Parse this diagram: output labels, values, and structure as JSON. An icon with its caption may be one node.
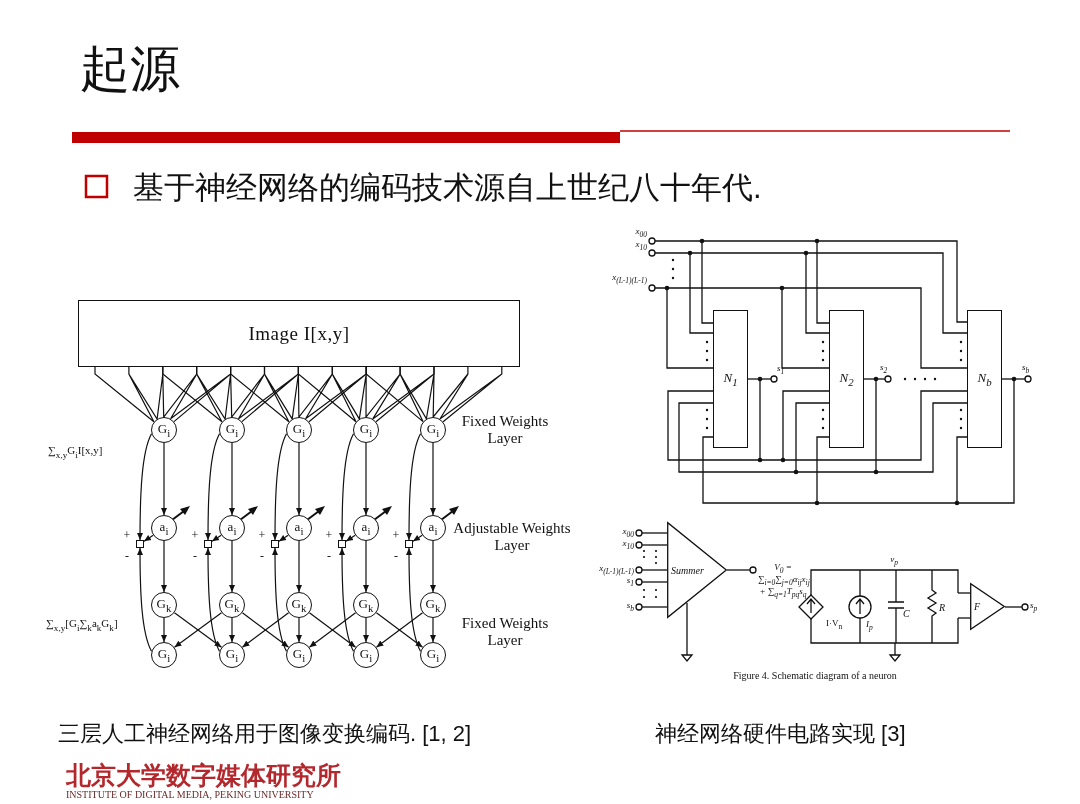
{
  "diagram": {
    "title": "起源",
    "nodes": [
      {
        "text": [
          "Image I[x,y]"
        ]
      },
      {
        "text": [
          "G$_{i}$"
        ]
      },
      {
        "text": [
          "G$_{i}$"
        ]
      },
      {
        "text": [
          "G$_{i}$"
        ]
      },
      {
        "text": [
          "G$_{i}$"
        ]
      },
      {
        "text": [
          "G$_{i}$"
        ]
      },
      {
        "text": [
          "a$_{i}$"
        ]
      },
      {
        "text": [
          "a$_{i}$"
        ]
      },
      {
        "text": [
          "a$_{i}$"
        ]
      },
      {
        "text": [
          "a$_{i}$"
        ]
      },
      {
        "text": [
          "a$_{i}$"
        ]
      },
      {
        "text": [],
        "shape": "box"
      },
      {
        "text": [],
        "shape": "box"
      },
      {
        "text": [],
        "shape": "box"
      },
      {
        "text": [],
        "shape": "box"
      },
      {
        "text": [],
        "shape": "box"
      },
      {
        "text": [
          "G$_{k}$"
        ]
      },
      {
        "text": [
          "G$_{k}$"
        ]
      },
      {
        "text": [
          "G$_{k}$"
        ]
      },
      {
        "text": [
          "G$_{k}$"
        ]
      },
      {
        "text": [
          "G$_{k}$"
        ]
      },
      {
        "text": [
          "G$_{i}$"
        ]
      },
      {
        "text": [
          "G$_{i}$"
        ]
      },
      {
        "text": [
          "G$_{i}$"
        ]
      },
      {
        "text": [
          "G$_{i}$"
        ]
      },
      {
        "text": [
          "G$_{i}$"
        ]
      },
      {
        "text": [
          "N$_{1}$"
        ]
      },
      {
        "text": [
          "N$_{2}$"
        ]
      },
      {
        "text": [
          "N$_{b}$"
        ]
      },
      {
        "text": [
          "Summer"
        ]
      },
      {
        "text": [
          "F"
        ]
      }
    ],
    "edges": [
      {
        "from": 0,
        "to": 1,
        "arrow": "none"
      },
      {
        "from": 0,
        "to": 2,
        "arrow": "none"
      },
      {
        "from": 0,
        "to": 3,
        "arrow": "none"
      },
      {
        "from": 0,
        "to": 4,
        "arrow": "none"
      },
      {
        "from": 0,
        "to": 5,
        "arrow": "none"
      },
      {
        "from": 1,
        "to": 6,
        "arrow": "to"
      },
      {
        "from": 2,
        "to": 7,
        "arrow": "to"
      },
      {
        "from": 3,
        "to": 8,
        "arrow": "to"
      },
      {
        "from": 4,
        "to": 9,
        "arrow": "to"
      },
      {
        "from": 5,
        "to": 10,
        "arrow": "to"
      },
      {
        "from": 1,
        "to": 11,
        "arrow": "to"
      },
      {
        "from": 2,
        "to": 12,
        "arrow": "to"
      },
      {
        "from": 3,
        "to": 13,
        "arrow": "to"
      },
      {
        "from": 4,
        "to": 14,
        "arrow": "to"
      },
      {
        "from": 5,
        "to": 15,
        "arrow": "to"
      },
      {
        "from": 6,
        "to": 11,
        "arrow": "to"
      },
      {
        "from": 7,
        "to": 12,
        "arrow": "to"
      },
      {
        "from": 8,
        "to": 13,
        "arrow": "to"
      },
      {
        "from": 9,
        "to": 14,
        "arrow": "to"
      },
      {
        "from": 10,
        "to": 15,
        "arrow": "to"
      },
      {
        "from": 6,
        "to": 16,
        "arrow": "to"
      },
      {
        "from": 7,
        "to": 17,
        "arrow": "to"
      },
      {
        "from": 8,
        "to": 18,
        "arrow": "to"
      },
      {
        "from": 9,
        "to": 19,
        "arrow": "to"
      },
      {
        "from": 10,
        "to": 20,
        "arrow": "to"
      },
      {
        "from": 16,
        "to": 21,
        "arrow": "to"
      },
      {
        "from": 16,
        "to": 22,
        "arrow": "to"
      },
      {
        "from": 17,
        "to": 21,
        "arrow": "to"
      },
      {
        "from": 17,
        "to": 22,
        "arrow": "to"
      },
      {
        "from": 17,
        "to": 23,
        "arrow": "to"
      },
      {
        "from": 18,
        "to": 22,
        "arrow": "to"
      },
      {
        "from": 18,
        "to": 23,
        "arrow": "to"
      },
      {
        "from": 18,
        "to": 24,
        "arrow": "to"
      },
      {
        "from": 19,
        "to": 23,
        "arrow": "to"
      },
      {
        "from": 19,
        "to": 24,
        "arrow": "to"
      },
      {
        "from": 19,
        "to": 25,
        "arrow": "to"
      },
      {
        "from": 20,
        "to": 24,
        "arrow": "to"
      },
      {
        "from": 20,
        "to": 25,
        "arrow": "to"
      },
      {
        "from": 21,
        "to": 11,
        "arrow": "to"
      },
      {
        "from": 22,
        "to": 12,
        "arrow": "to"
      },
      {
        "from": 23,
        "to": 13,
        "arrow": "to"
      },
      {
        "from": 24,
        "to": 14,
        "arrow": "to"
      },
      {
        "from": 25,
        "to": 15,
        "arrow": "to"
      }
    ],
    "labels": [
      "基于神经网络的编码技术源自上世纪八十年代.",
      "Fixed Weights Layer",
      "∑$_{x,y}$G$_{i}$I[x,y]",
      "Adjustable Weights Layer",
      "+",
      "+",
      "+",
      "+",
      "+",
      "-",
      "-",
      "-",
      "-",
      "-",
      "∑$_{x,y}$[G$_{i}$∑$_{k}$a$_{k}$G$_{k}$]",
      "Fixed Weights Layer",
      "x$_{00}$",
      "x$_{10}$",
      "x$_{(L-1)(L-1)}$",
      "s$_{1}$",
      "s$_{2}$",
      "s$_{b}$",
      "x$_{00}$",
      "x$_{10}$",
      "x$_{(L-1)(L-1)}$",
      "s$_{1}$",
      "s$_{b}$",
      "V$_{0}$ = ∑$_{i=0}$∑$_{j=0}$α$_{ij}$x$_{ij}$ + ∑$_{q=1}$T$_{pq}$s$_{q}$",
      "v$_{p}$",
      "I·V$_{n}$",
      "I$_{p}$",
      "C",
      "R",
      "s$_{p}$",
      "Figure 4. Schematic diagram of a neuron",
      "三层人工神经网络用于图像变换编码. [1, 2]",
      "神经网络硬件电路实现 [3]",
      "北京大学数字媒体研究所",
      "INSTITUTE OF DIGITAL MEDIA, PEKING UNIVERSITY"
    ]
  }
}
